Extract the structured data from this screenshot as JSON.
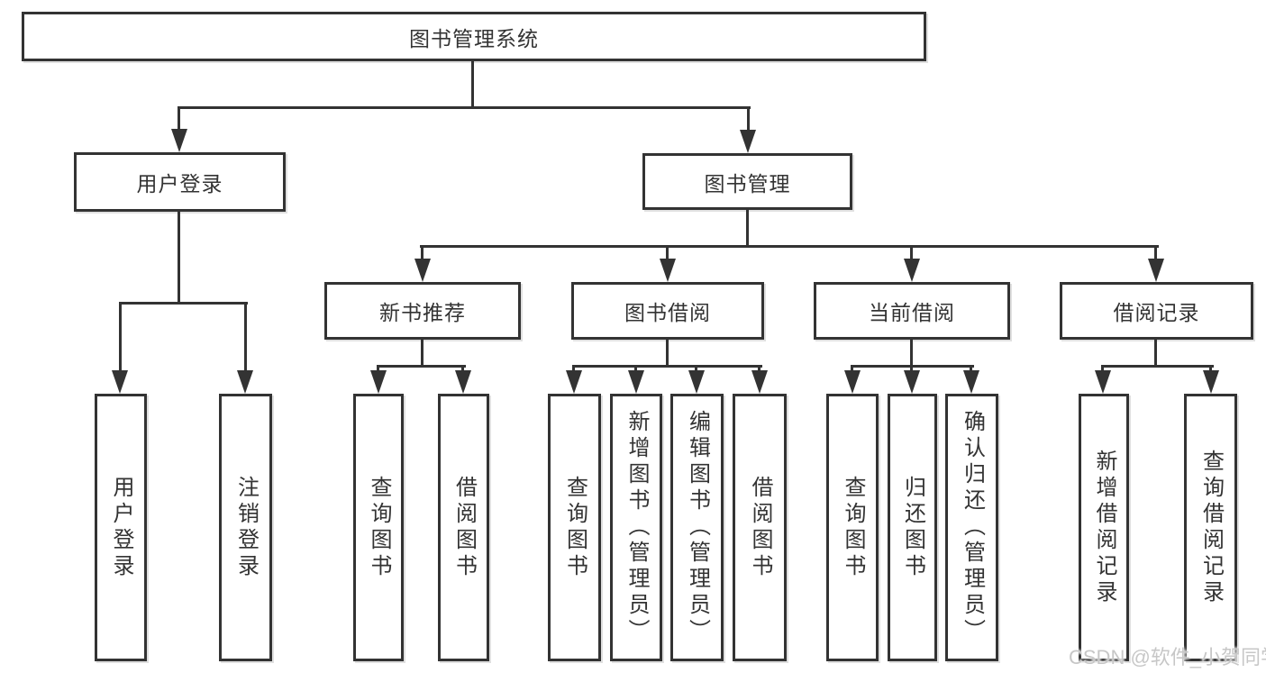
{
  "diagram": {
    "title_node": {
      "label": "图书管理系统"
    },
    "level2": [
      {
        "label": "用户登录"
      },
      {
        "label": "图书管理"
      }
    ],
    "level3": [
      {
        "label": "新书推荐"
      },
      {
        "label": "图书借阅"
      },
      {
        "label": "当前借阅"
      },
      {
        "label": "借阅记录"
      }
    ],
    "leaves": [
      {
        "label": "用户登录"
      },
      {
        "label": "注销登录"
      },
      {
        "label": "查询图书"
      },
      {
        "label": "借阅图书"
      },
      {
        "label": "查询图书"
      },
      {
        "label": "新增图书（管理员）"
      },
      {
        "label": "编辑图书（管理员）"
      },
      {
        "label": "借阅图书"
      },
      {
        "label": "查询图书"
      },
      {
        "label": "归还图书"
      },
      {
        "label": "确认归还（管理员）"
      },
      {
        "label": "新增借阅记录"
      },
      {
        "label": "查询借阅记录"
      }
    ]
  },
  "watermark": {
    "text": "CSDN @软件_小贺同学"
  },
  "colors": {
    "line": "#333333",
    "text": "#333333",
    "watermark": "#c7c7c7",
    "background": "#ffffff"
  }
}
